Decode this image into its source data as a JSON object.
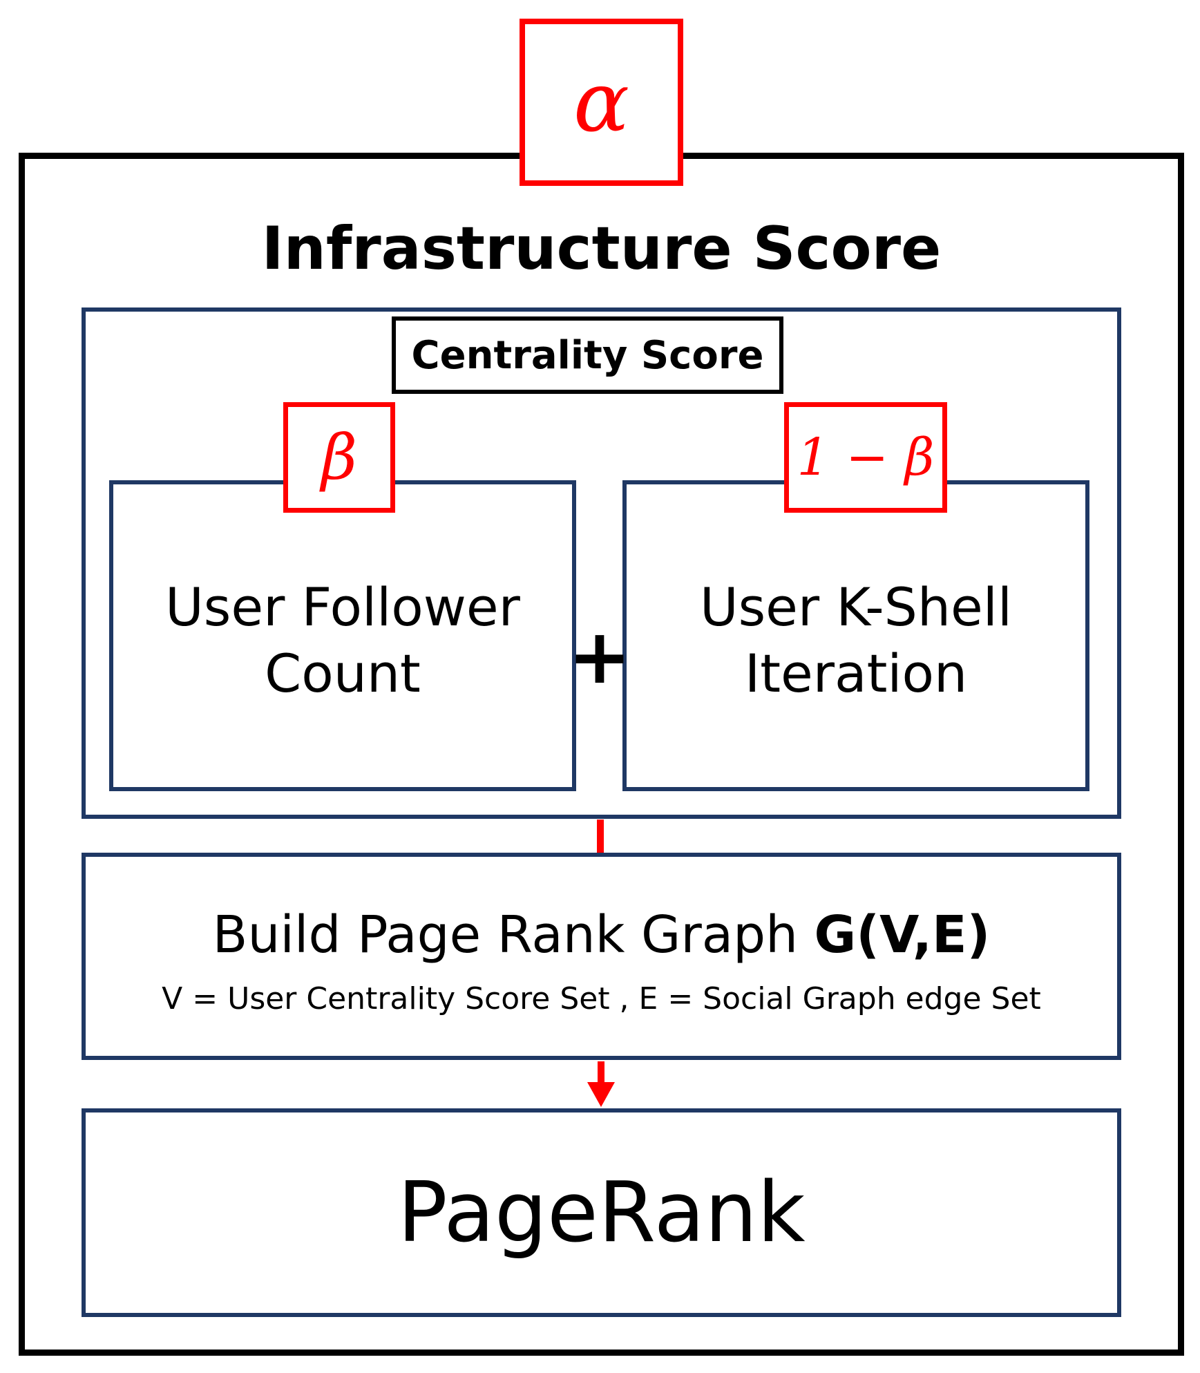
{
  "diagram": {
    "outer_title": "Infrastructure Score",
    "alpha_label": "α",
    "centrality_title": "Centrality Score",
    "beta_label": "β",
    "one_minus_beta_label": "1 − β",
    "follower_box": {
      "line1": "User Follower",
      "line2": "Count"
    },
    "plus_symbol": "+",
    "kshell_box": {
      "line1": "User K-Shell",
      "line2": "Iteration"
    },
    "graph_box": {
      "title_prefix": "Build Page Rank Graph ",
      "title_bold": "G(V,E)",
      "subtitle": "V = User Centrality Score Set , E = Social Graph edge Set"
    },
    "pagerank_label": "PageRank"
  },
  "colors": {
    "outer": "#000000",
    "navy": "#1f3864",
    "accent_red": "#ff0000"
  }
}
